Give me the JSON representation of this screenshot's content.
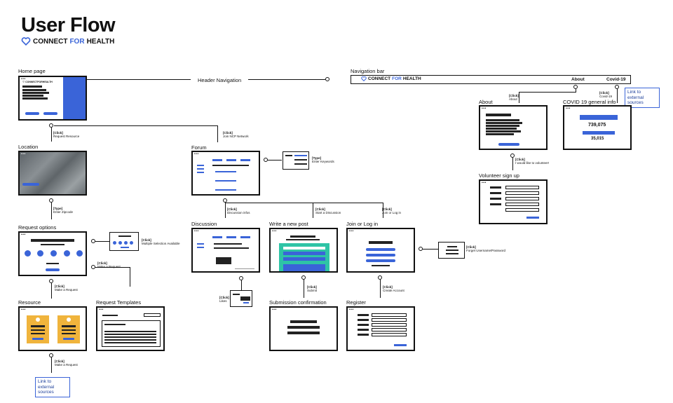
{
  "header": {
    "title": "User Flow",
    "logo_connect": "CONNECT",
    "logo_for": "FOR",
    "logo_health": "HEALTH"
  },
  "labels": {
    "home": "Home page",
    "header_nav": "Header Navigation",
    "nav_bar": "Navigation bar",
    "nav_about": "About",
    "nav_covid": "Covid-19",
    "about": "About",
    "covid_info": "COVID 19 general info",
    "covid_num1": "739,075",
    "covid_num2": "35,015",
    "volunteer": "Volunteer sign up",
    "location": "Location",
    "forum": "Forum",
    "request_options": "Request options",
    "discussion": "Discussion",
    "write_post": "Write a new post",
    "join_login": "Join or Log in",
    "resource": "Resource",
    "request_templates": "Request Templates",
    "submission": "Submission confirmation",
    "register": "Register",
    "ext_link_1": "Link to external sources",
    "ext_link_2": "Link to external sources"
  },
  "annotations": {
    "a1_t": "[Click]",
    "a1_d": "About",
    "a2_t": "[Click]",
    "a2_d": "Covid-19",
    "a3_t": "[Click]",
    "a3_d": "I would like to volunteer!",
    "a4_t": "[Click]",
    "a4_d": "Request Resource",
    "a5_t": "[Click]",
    "a5_d": "Join NCP Network",
    "a6_t": "[Type]",
    "a6_d": "Enter Keywords",
    "a7_t": "[Type]",
    "a7_d": "Enter Zipcode",
    "a8_t": "[Click]",
    "a8_d": "Discussion infos",
    "a9_t": "[Click]",
    "a9_d": "Start a Discussion",
    "a10_t": "[Click]",
    "a10_d": "Join or Log in",
    "a11_t": "[Click]",
    "a11_d": "Multiple Selection Available",
    "a12_t": "[Click]",
    "a12_d": "Make a Request",
    "a13_t": "[Click]",
    "a13_d": "Make a Request",
    "a14_t": "[Click]",
    "a14_d": "Forget Username/Password",
    "a15_t": "[Click]",
    "a15_d": "Likes",
    "a16_t": "[Click]",
    "a16_d": "Submit",
    "a17_t": "[Click]",
    "a17_d": "Create Account",
    "a18_t": "[Click]",
    "a18_d": "Make a Request"
  },
  "colors": {
    "accent": "#3a64d8",
    "resource_card": "#f0b43c",
    "post_teal": "#2ec4a6"
  }
}
